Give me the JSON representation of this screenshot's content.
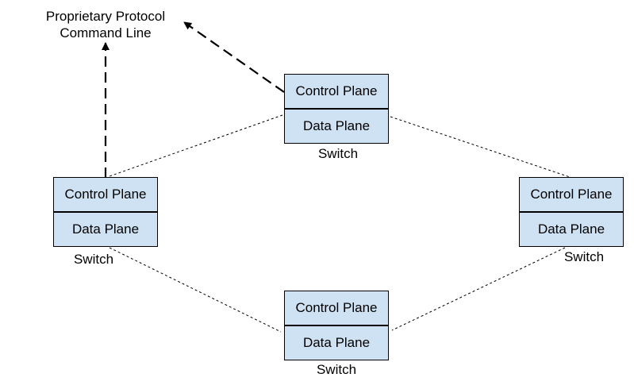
{
  "colors": {
    "box_fill": "#cfe2f3",
    "box_border": "#000000",
    "link_stroke": "#000000"
  },
  "external": {
    "line1": "Proprietary Protocol",
    "line2": "Command Line"
  },
  "switches": {
    "top": {
      "control": "Control Plane",
      "data": "Data Plane",
      "name": "Switch"
    },
    "left": {
      "control": "Control Plane",
      "data": "Data Plane",
      "name": "Switch"
    },
    "right": {
      "control": "Control Plane",
      "data": "Data Plane",
      "name": "Switch"
    },
    "bottom": {
      "control": "Control Plane",
      "data": "Data Plane",
      "name": "Switch"
    }
  },
  "links": [
    {
      "from": "top",
      "to": "left",
      "style": "dotted"
    },
    {
      "from": "top",
      "to": "right",
      "style": "dotted"
    },
    {
      "from": "left",
      "to": "bottom",
      "style": "dotted"
    },
    {
      "from": "right",
      "to": "bottom",
      "style": "dotted"
    },
    {
      "from": "top",
      "to": "external",
      "style": "dashed-arrow"
    },
    {
      "from": "left",
      "to": "external",
      "style": "dashed-arrow"
    }
  ]
}
